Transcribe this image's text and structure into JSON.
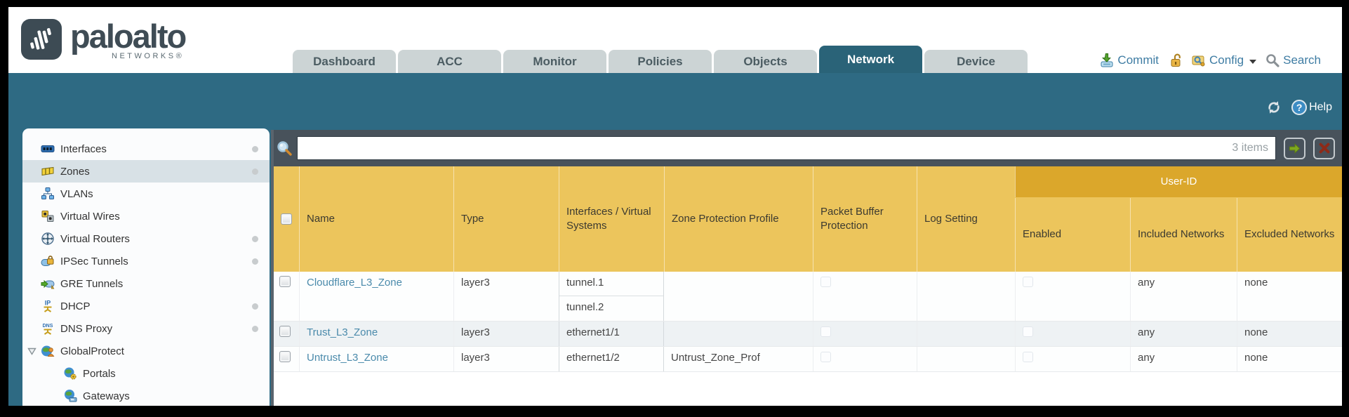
{
  "brand": {
    "wordmark": "paloalto",
    "subtext": "NETWORKS®"
  },
  "nav": {
    "tabs": [
      {
        "id": "dashboard",
        "label": "Dashboard",
        "active": false
      },
      {
        "id": "acc",
        "label": "ACC",
        "active": false
      },
      {
        "id": "monitor",
        "label": "Monitor",
        "active": false
      },
      {
        "id": "policies",
        "label": "Policies",
        "active": false
      },
      {
        "id": "objects",
        "label": "Objects",
        "active": false
      },
      {
        "id": "network",
        "label": "Network",
        "active": true
      },
      {
        "id": "device",
        "label": "Device",
        "active": false
      }
    ],
    "actions": {
      "commit_label": "Commit",
      "config_label": "Config",
      "search_label": "Search"
    }
  },
  "utility": {
    "help_label": "Help"
  },
  "sidebar": {
    "items": [
      {
        "id": "interfaces",
        "label": "Interfaces",
        "icon": "interfaces",
        "dot": true,
        "selected": false,
        "indent": false,
        "expander": false
      },
      {
        "id": "zones",
        "label": "Zones",
        "icon": "zones",
        "dot": true,
        "selected": true,
        "indent": false,
        "expander": false
      },
      {
        "id": "vlans",
        "label": "VLANs",
        "icon": "vlans",
        "dot": false,
        "selected": false,
        "indent": false,
        "expander": false
      },
      {
        "id": "virtual-wires",
        "label": "Virtual Wires",
        "icon": "virtual-wires",
        "dot": false,
        "selected": false,
        "indent": false,
        "expander": false
      },
      {
        "id": "virtual-routers",
        "label": "Virtual Routers",
        "icon": "virtual-routers",
        "dot": true,
        "selected": false,
        "indent": false,
        "expander": false
      },
      {
        "id": "ipsec-tunnels",
        "label": "IPSec Tunnels",
        "icon": "ipsec-tunnels",
        "dot": true,
        "selected": false,
        "indent": false,
        "expander": false
      },
      {
        "id": "gre-tunnels",
        "label": "GRE Tunnels",
        "icon": "gre-tunnels",
        "dot": false,
        "selected": false,
        "indent": false,
        "expander": false
      },
      {
        "id": "dhcp",
        "label": "DHCP",
        "icon": "dhcp",
        "dot": true,
        "selected": false,
        "indent": false,
        "expander": false
      },
      {
        "id": "dns-proxy",
        "label": "DNS Proxy",
        "icon": "dns-proxy",
        "dot": true,
        "selected": false,
        "indent": false,
        "expander": false
      },
      {
        "id": "globalprotect",
        "label": "GlobalProtect",
        "icon": "globalprotect",
        "dot": false,
        "selected": false,
        "indent": false,
        "expander": true
      },
      {
        "id": "portals",
        "label": "Portals",
        "icon": "portals",
        "dot": false,
        "selected": false,
        "indent": true,
        "expander": false
      },
      {
        "id": "gateways",
        "label": "Gateways",
        "icon": "gateways",
        "dot": false,
        "selected": false,
        "indent": true,
        "expander": false
      }
    ]
  },
  "filterbar": {
    "value": "",
    "count_label": "3 items"
  },
  "zones_table": {
    "group_header": "User-ID",
    "columns": [
      "Name",
      "Type",
      "Interfaces / Virtual Systems",
      "Zone Protection Profile",
      "Packet Buffer Protection",
      "Log Setting",
      "Enabled",
      "Included Networks",
      "Excluded Networks"
    ],
    "rows": [
      {
        "name": "Cloudflare_L3_Zone",
        "type": "layer3",
        "interfaces": [
          "tunnel.1",
          "tunnel.2"
        ],
        "zone_protection_profile": "",
        "packet_buffer_protection": false,
        "log_setting": "",
        "user_id_enabled": false,
        "included_networks": "any",
        "excluded_networks": "none"
      },
      {
        "name": "Trust_L3_Zone",
        "type": "layer3",
        "interfaces": [
          "ethernet1/1"
        ],
        "zone_protection_profile": "",
        "packet_buffer_protection": false,
        "log_setting": "",
        "user_id_enabled": false,
        "included_networks": "any",
        "excluded_networks": "none"
      },
      {
        "name": "Untrust_L3_Zone",
        "type": "layer3",
        "interfaces": [
          "ethernet1/2"
        ],
        "zone_protection_profile": "Untrust_Zone_Prof",
        "packet_buffer_protection": false,
        "log_setting": "",
        "user_id_enabled": false,
        "included_networks": "any",
        "excluded_networks": "none"
      }
    ]
  },
  "colors": {
    "teal_band": "#2e6a83",
    "filter_band": "#48525b",
    "header_gold": "#ecc55c",
    "group_gold": "#dba72b",
    "link_blue": "#4a8aab",
    "active_tab": "#2a6378"
  }
}
